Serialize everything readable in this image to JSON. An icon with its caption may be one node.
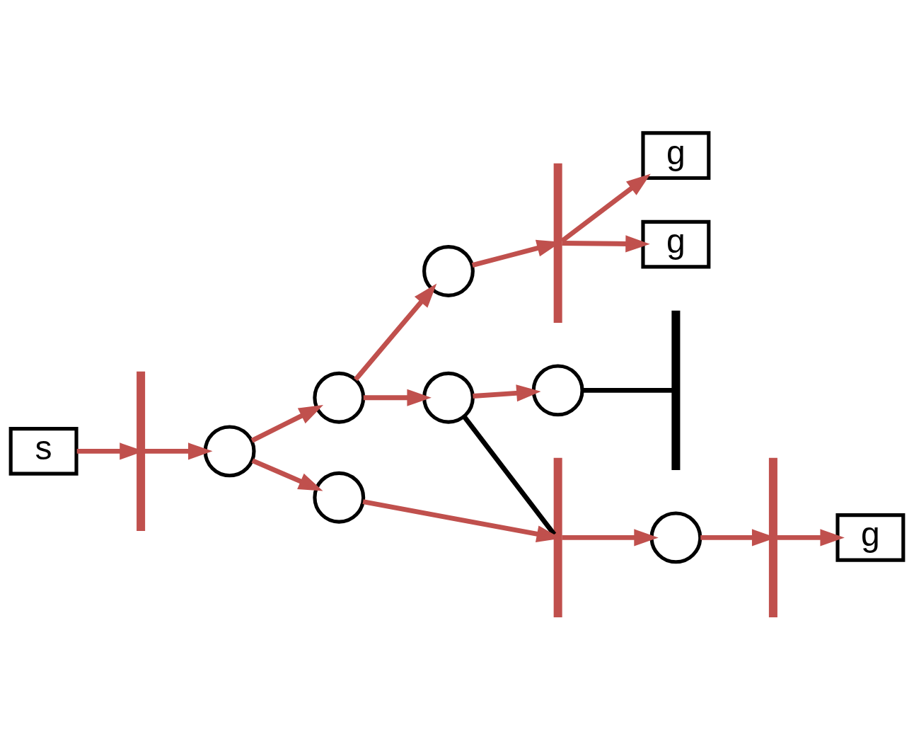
{
  "diagram": {
    "nodes": [
      {
        "text": [
          "g"
        ]
      },
      {
        "text": [
          "g"
        ]
      },
      {
        "text": [],
        "shape": "bar"
      },
      {
        "text": [],
        "shape": "bar"
      },
      {
        "text": [],
        "shape": "circle"
      },
      {
        "text": [],
        "shape": "circle"
      },
      {
        "text": [],
        "shape": "circle"
      },
      {
        "text": [],
        "shape": "bar"
      },
      {
        "text": [],
        "shape": "circle"
      },
      {
        "text": [
          "s"
        ]
      },
      {
        "text": [],
        "shape": "circle"
      },
      {
        "text": [],
        "shape": "bar"
      },
      {
        "text": [],
        "shape": "circle"
      },
      {
        "text": [],
        "shape": "circle"
      },
      {
        "text": [],
        "shape": "bar"
      },
      {
        "text": [
          "g"
        ]
      }
    ],
    "edges": [
      {
        "from": 9,
        "to": 7,
        "arrow": "to"
      },
      {
        "from": 7,
        "to": 10,
        "arrow": "to"
      },
      {
        "from": 10,
        "to": 6,
        "arrow": "to"
      },
      {
        "from": 10,
        "to": 12,
        "arrow": "to"
      },
      {
        "from": 6,
        "to": 4,
        "arrow": "to"
      },
      {
        "from": 4,
        "to": 2,
        "arrow": "to"
      },
      {
        "from": 2,
        "to": 0,
        "arrow": "to"
      },
      {
        "from": 2,
        "to": 1,
        "arrow": "to"
      },
      {
        "from": 6,
        "to": 8,
        "arrow": "to"
      },
      {
        "from": 8,
        "to": 5,
        "arrow": "to"
      },
      {
        "from": 5,
        "to": 3,
        "arrow": "none",
        "color": "#000000"
      },
      {
        "from": 8,
        "to": 11,
        "arrow": "none",
        "color": "#000000"
      },
      {
        "from": 12,
        "to": 11,
        "arrow": "to"
      },
      {
        "from": 11,
        "to": 13,
        "arrow": "to"
      },
      {
        "from": 13,
        "to": 14,
        "arrow": "to"
      },
      {
        "from": 14,
        "to": 15,
        "arrow": "to"
      }
    ]
  }
}
